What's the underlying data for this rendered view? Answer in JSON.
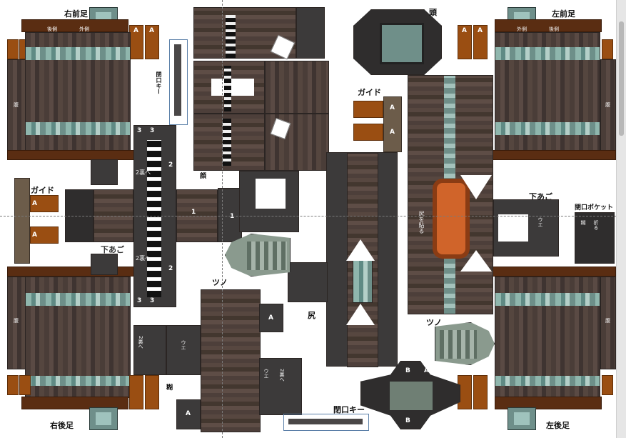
{
  "labels": {
    "right_front_leg": "右前足",
    "left_front_leg": "左前足",
    "right_back_leg": "右後足",
    "left_back_leg": "左後足",
    "face": "顔",
    "guide_top": "ガイド",
    "guide_left": "ガイド",
    "close_key_top": "閉口キー",
    "close_key_bottom": "閉口キー",
    "close_pocket": "閉口ポケット",
    "lower_jaw": "下あご",
    "lower_jaw_right": "下あご",
    "horn_left": "ツノ",
    "horn_right": "ツノ",
    "tail": "尻",
    "head": "頭",
    "outer_side": "外側",
    "rear_side": "後側",
    "belly": "腹",
    "glue": "糊",
    "wedge": "ウエ",
    "to_bottom_2": "2裏へ",
    "fold_in": "折る",
    "paste_tail": "尻を貼る",
    "tab_A": "A",
    "tab_B": "B",
    "num_1": "1",
    "num_2": "2",
    "num_3": "3"
  },
  "colors": {
    "bark": "#4a3d38",
    "stripe": "#8fb6ad",
    "orange_tab": "#9a4e12",
    "dark_panel": "#3c3a3a",
    "ember": "#d0642a"
  }
}
